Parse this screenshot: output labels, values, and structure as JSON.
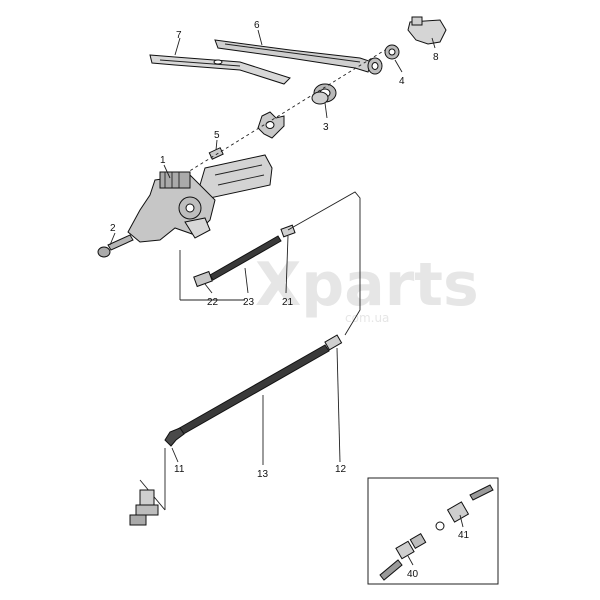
{
  "watermark": {
    "brand": "Xparts",
    "domain": "com.ua"
  },
  "callouts": {
    "c1": "1",
    "c2": "2",
    "c3": "3",
    "c4": "4",
    "c5": "5",
    "c6": "6",
    "c7": "7",
    "c8": "8",
    "c11": "11",
    "c12": "12",
    "c13": "13",
    "c21": "21",
    "c22": "22",
    "c23": "23",
    "c40": "40",
    "c41": "41"
  }
}
